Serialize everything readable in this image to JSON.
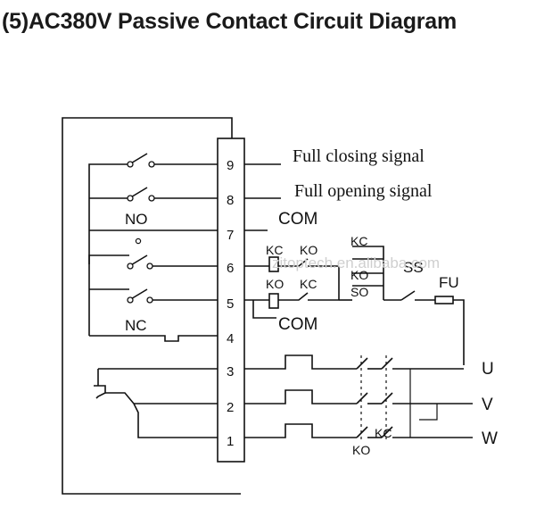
{
  "title": "(5)AC380V Passive Contact Circuit Diagram",
  "terminals": [
    "9",
    "8",
    "7",
    "6",
    "5",
    "4",
    "3",
    "2",
    "1"
  ],
  "signals": {
    "full_closing": "Full closing signal",
    "full_opening": "Full opening signal",
    "com_upper": "COM",
    "com_lower": "COM"
  },
  "contacts": {
    "no": "NO",
    "nc": "NC"
  },
  "relay_labels": {
    "kc_a": "KC",
    "ko_a": "KO",
    "kc_b": "KC",
    "ko_b": "KO",
    "ko_c": "KO",
    "kc_c": "KC",
    "so": "SO",
    "kc_bottom": "KC",
    "ko_bottom": "KO"
  },
  "components": {
    "ss": "SS",
    "fu": "FU"
  },
  "phases": {
    "u": "U",
    "v": "V",
    "w": "W"
  },
  "watermark": "zitoptech.en.alibaba.com"
}
